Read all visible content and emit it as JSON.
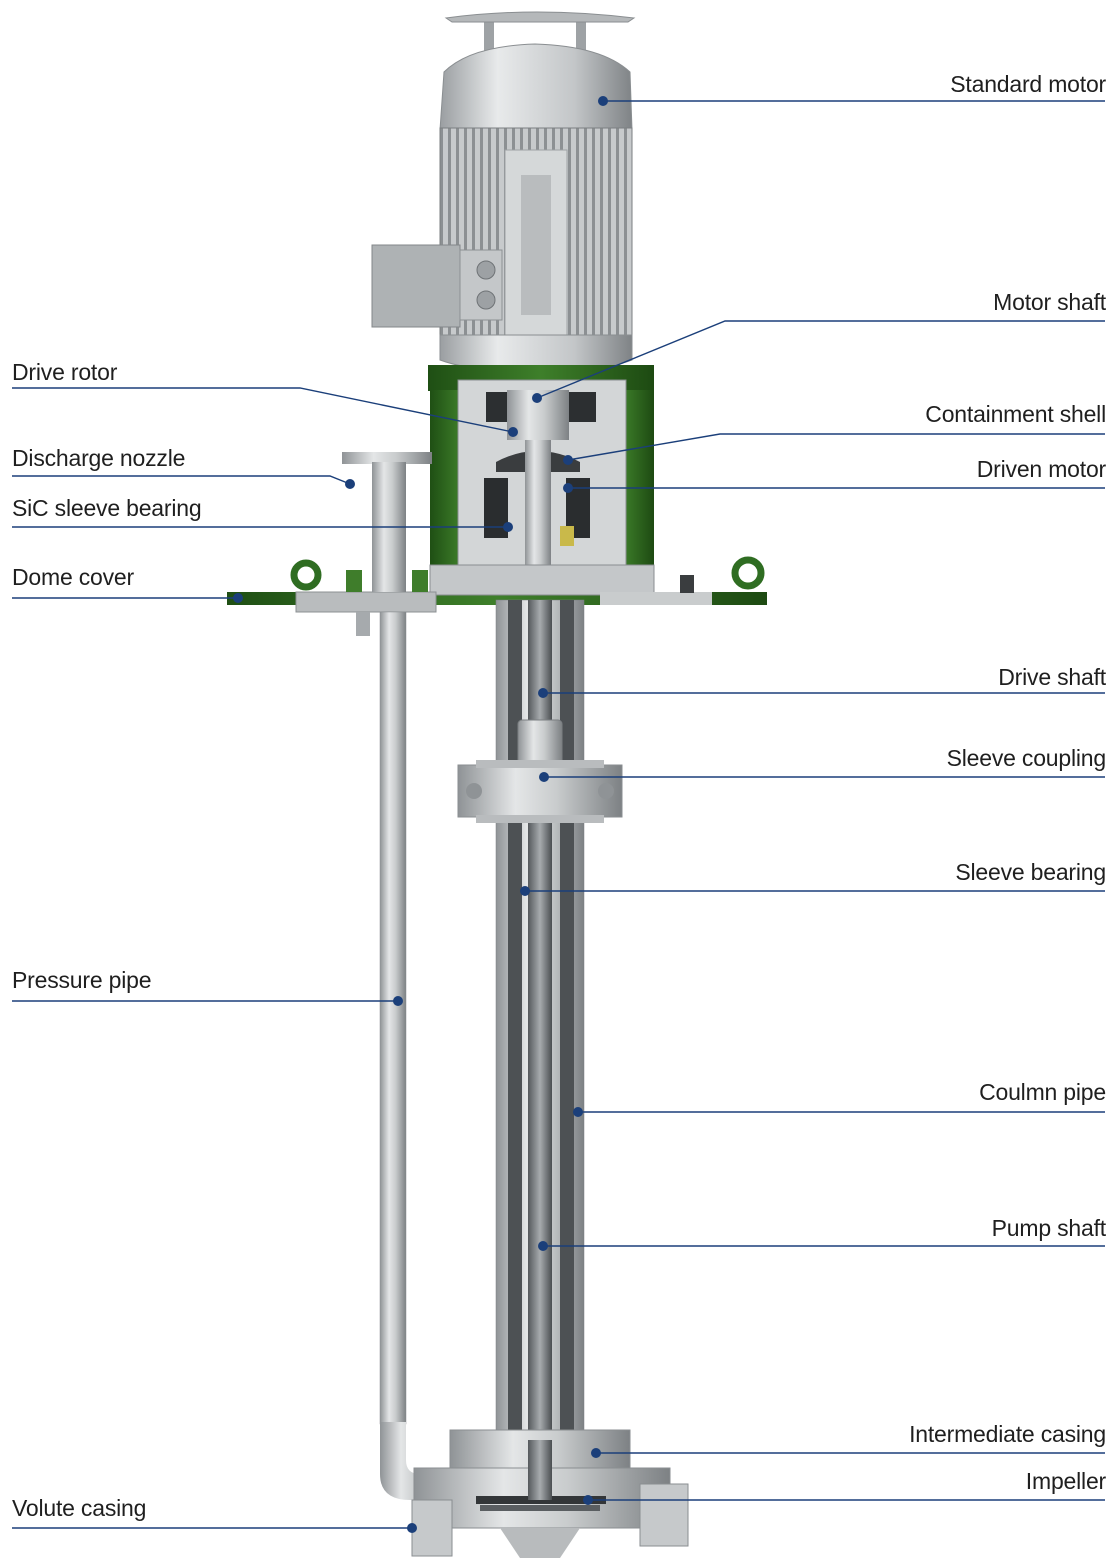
{
  "diagram": {
    "accent_color": "#1b3f7a",
    "green_color": "#2e6b1f",
    "left_labels": [
      {
        "id": "drive-rotor",
        "text": "Drive rotor"
      },
      {
        "id": "discharge-nozzle",
        "text": "Discharge nozzle"
      },
      {
        "id": "sic-sleeve-bearing",
        "text": "SiC sleeve bearing"
      },
      {
        "id": "dome-cover",
        "text": "Dome cover"
      },
      {
        "id": "pressure-pipe",
        "text": "Pressure pipe"
      },
      {
        "id": "volute-casing",
        "text": "Volute casing"
      }
    ],
    "right_labels": [
      {
        "id": "standard-motor",
        "text": "Standard motor"
      },
      {
        "id": "motor-shaft",
        "text": "Motor shaft"
      },
      {
        "id": "containment-shell",
        "text": "Containment shell"
      },
      {
        "id": "driven-motor",
        "text": "Driven motor"
      },
      {
        "id": "drive-shaft",
        "text": "Drive shaft"
      },
      {
        "id": "sleeve-coupling",
        "text": "Sleeve coupling"
      },
      {
        "id": "sleeve-bearing",
        "text": "Sleeve bearing"
      },
      {
        "id": "coulmn-pipe",
        "text": "Coulmn pipe"
      },
      {
        "id": "pump-shaft",
        "text": "Pump shaft"
      },
      {
        "id": "intermediate-casing",
        "text": "Intermediate casing"
      },
      {
        "id": "impeller",
        "text": "Impeller"
      }
    ]
  }
}
